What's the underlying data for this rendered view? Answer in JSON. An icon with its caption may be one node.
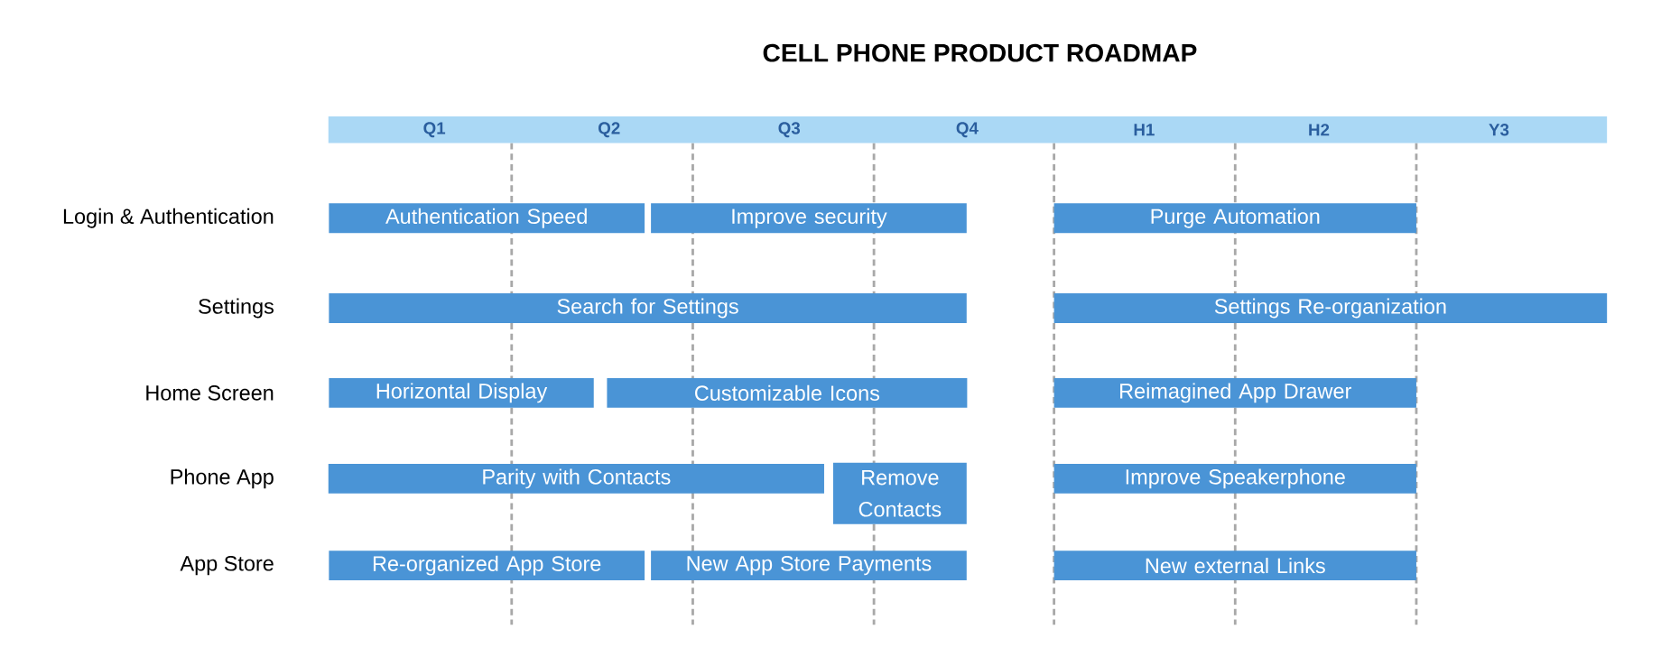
{
  "diagram": {
    "title": "CELL PHONE PRODUCT ROADMAP",
    "nodes": [
      {
        "text": [
          "Authentication Speed"
        ]
      },
      {
        "text": [
          "Improve security"
        ]
      },
      {
        "text": [
          "Purge Automation"
        ]
      },
      {
        "text": [
          "Search for Settings"
        ]
      },
      {
        "text": [
          "Settings Re-organization"
        ]
      },
      {
        "text": [
          "Horizontal Display"
        ]
      },
      {
        "text": [
          "Customizable Icons"
        ]
      },
      {
        "text": [
          "Reimagined App Drawer"
        ]
      },
      {
        "text": [
          "Parity with Contacts"
        ]
      },
      {
        "text": [
          "Remove Contacts"
        ]
      },
      {
        "text": [
          "Improve Speakerphone"
        ]
      },
      {
        "text": [
          "Re-organized App Store"
        ]
      },
      {
        "text": [
          "New App Store Payments"
        ]
      },
      {
        "text": [
          "New external Links"
        ]
      }
    ],
    "labels": [
      "Q1",
      "Q2",
      "Q3",
      "Q4",
      "H1",
      "H2",
      "Y3",
      "Login & Authentication",
      "Settings",
      "Home Screen",
      "Phone App",
      "App Store"
    ]
  }
}
